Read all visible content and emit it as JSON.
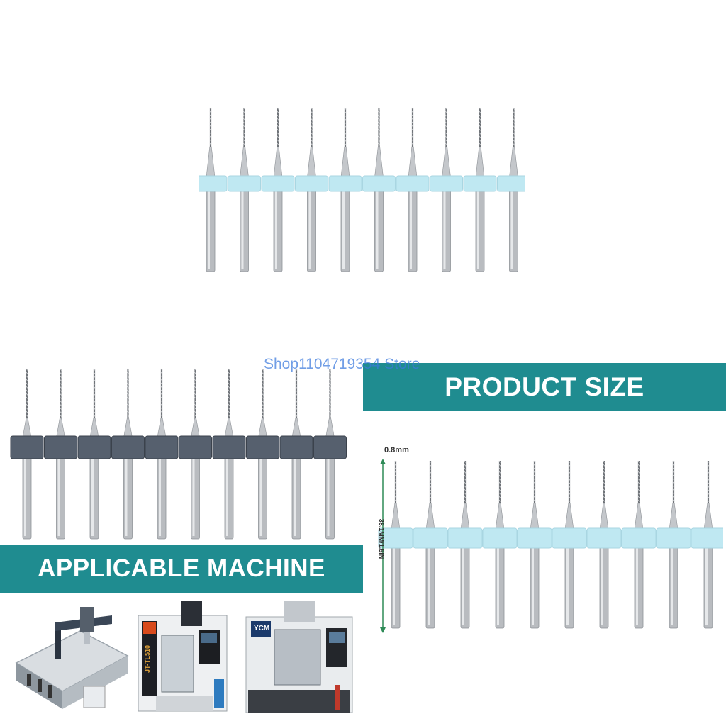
{
  "watermark": "Shop1104719354 Store",
  "banners": {
    "product_size": "PRODUCT SIZE",
    "applicable_machine": "APPLICABLE MACHINE"
  },
  "dimensions": {
    "diameter": "0.8mm",
    "length": "38.1MM/1.5IN"
  },
  "machine_logos": {
    "machine_2": "JT-TL510",
    "machine_3": "YCM"
  },
  "colors": {
    "banner": "#1f8c90",
    "collar_light": "#bfe8f2",
    "collar_dark": "#56606e",
    "shank": "#b9bcc0",
    "dimension_arrow": "#2e8b57"
  },
  "counts": {
    "drill_bits_per_set": 10
  }
}
